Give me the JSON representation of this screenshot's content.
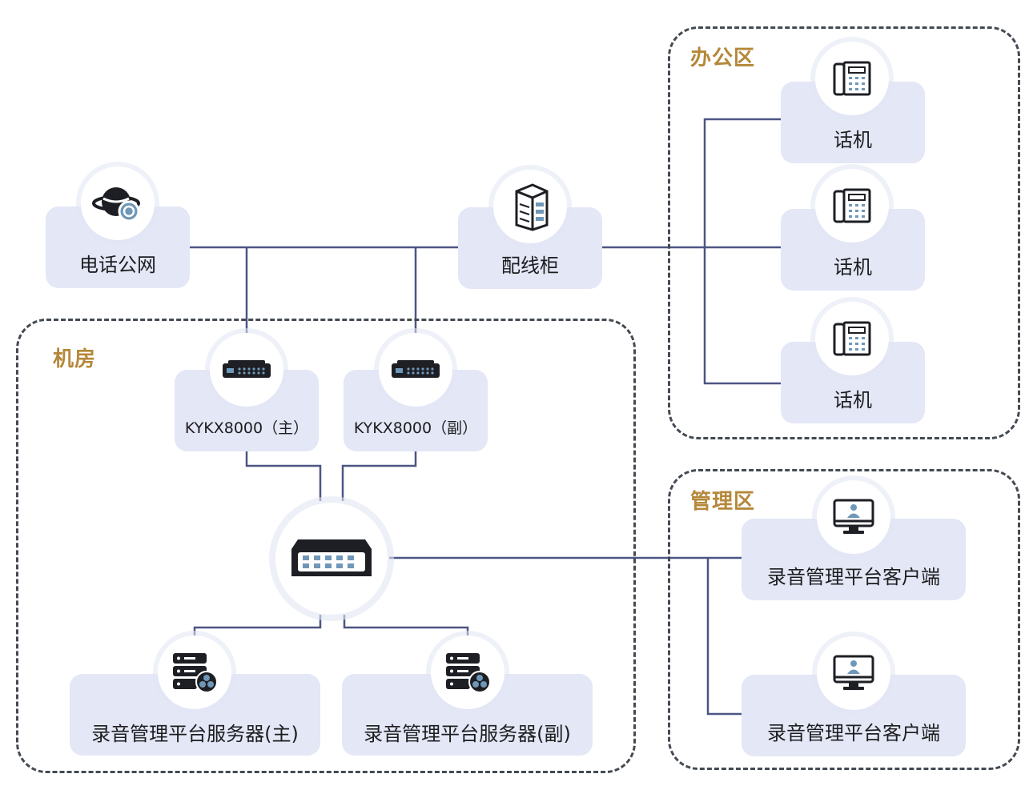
{
  "zones": {
    "machine_room": "机房",
    "office": "办公区",
    "management": "管理区"
  },
  "nodes": {
    "pstn": "电话公网",
    "distribution_cabinet": "配线柜",
    "gateway_main": "KYKX8000（主）",
    "gateway_backup": "KYKX8000（副）",
    "server_main": "录音管理平台服务器(主)",
    "server_backup": "录音管理平台服务器(副)",
    "phones": [
      "话机",
      "话机",
      "话机"
    ],
    "clients": [
      "录音管理平台客户端",
      "录音管理平台客户端"
    ]
  },
  "colors": {
    "line": "#4d5584",
    "node_fill": "#e3e7f6",
    "zone_title": "#b5883a",
    "zone_border": "#444a52",
    "icon_dark": "#1d1f24",
    "icon_accent": "#6f97b8"
  },
  "icons": {
    "pstn": "globe-network-icon",
    "cabinet": "server-cabinet-icon",
    "gateway": "gateway-device-icon",
    "switch": "network-switch-icon",
    "server": "database-server-icon",
    "phone": "desk-phone-icon",
    "client": "monitor-user-icon"
  }
}
